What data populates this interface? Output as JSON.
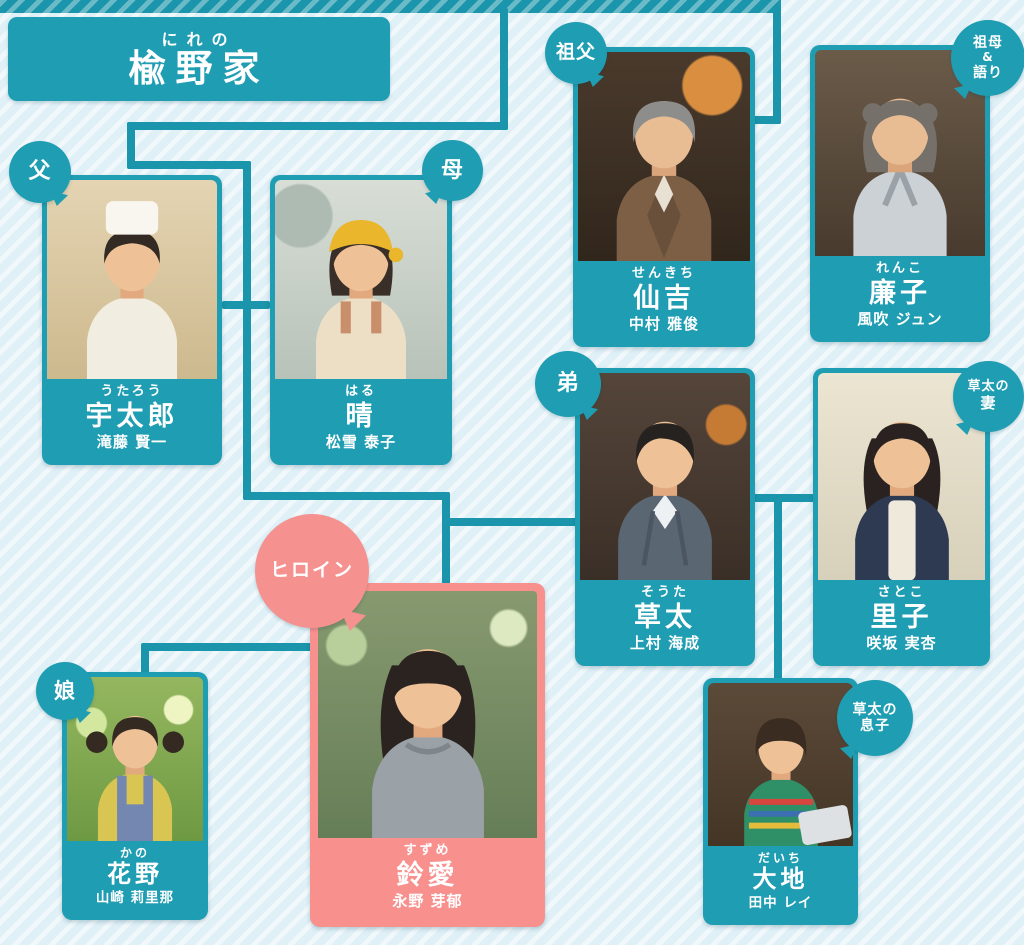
{
  "family": {
    "furigana": "にれの",
    "name": "楡野家"
  },
  "colors": {
    "teal": "#1f9db2",
    "teal_line": "#1a95ab",
    "pink": "#f8908e",
    "background": "#dff0f7",
    "text": "#ffffff"
  },
  "badges": {
    "father": {
      "lines": [
        "父"
      ]
    },
    "mother": {
      "lines": [
        "母"
      ]
    },
    "grandfather": {
      "lines": [
        "祖父"
      ]
    },
    "grandmother": {
      "lines": [
        "祖母",
        "&",
        "語り"
      ]
    },
    "brother": {
      "lines": [
        "弟"
      ]
    },
    "sotas_wife": {
      "lines": [
        "草太の",
        "妻"
      ]
    },
    "daughter": {
      "lines": [
        "娘"
      ]
    },
    "heroine": {
      "lines": [
        "ヒロイン"
      ]
    },
    "sotas_son": {
      "lines": [
        "草太の",
        "息子"
      ]
    }
  },
  "cards": {
    "utaro": {
      "furigana": "うたろう",
      "name": "宇太郎",
      "actor": "滝藤 賢一"
    },
    "haru": {
      "furigana": "はる",
      "name": "晴",
      "actor": "松雪 泰子"
    },
    "senkichi": {
      "furigana": "せんきち",
      "name": "仙吉",
      "actor": "中村 雅俊"
    },
    "renko": {
      "furigana": "れんこ",
      "name": "廉子",
      "actor": "風吹 ジュン"
    },
    "sota": {
      "furigana": "そうた",
      "name": "草太",
      "actor": "上村 海成"
    },
    "satoko": {
      "furigana": "さとこ",
      "name": "里子",
      "actor": "咲坂 実杏"
    },
    "kano": {
      "furigana": "かの",
      "name": "花野",
      "actor": "山崎 莉里那"
    },
    "suzume": {
      "furigana": "すずめ",
      "name": "鈴愛",
      "actor": "永野 芽郁"
    },
    "daichi": {
      "furigana": "だいち",
      "name": "大地",
      "actor": "田中 レイ"
    }
  }
}
